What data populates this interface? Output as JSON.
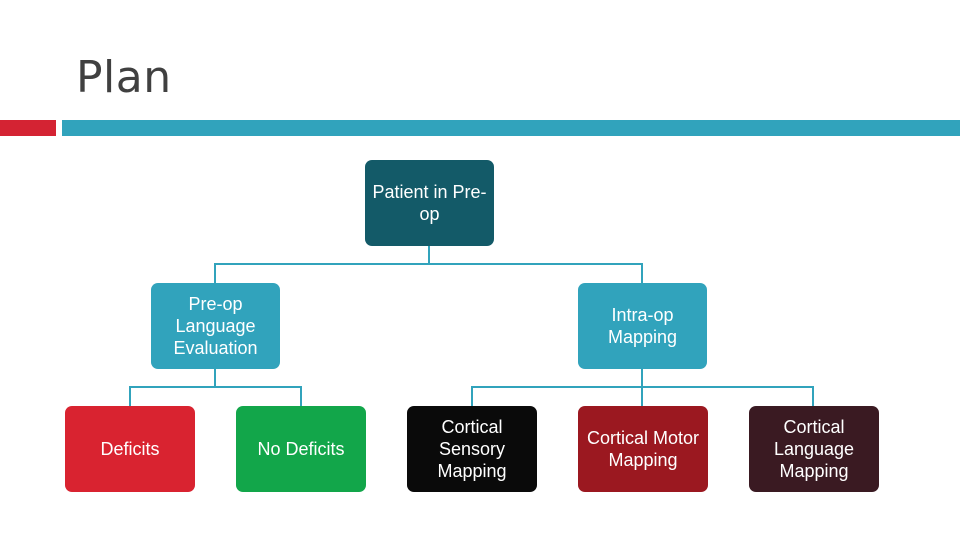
{
  "slide": {
    "title": "Plan"
  },
  "colors": {
    "accent_red": "#d42333",
    "accent_teal": "#31a3bc",
    "connector": "#31a3bc"
  },
  "diagram": {
    "root": {
      "label": "Patient in Pre-op",
      "color": "#135a68"
    },
    "level1": [
      {
        "label": "Pre-op Language Evaluation",
        "color": "#31a3bc"
      },
      {
        "label": "Intra-op Mapping",
        "color": "#31a3bc"
      }
    ],
    "level2": [
      {
        "label": "Deficits",
        "color": "#d92330"
      },
      {
        "label": "No Deficits",
        "color": "#12a64a"
      },
      {
        "label": "Cortical Sensory Mapping",
        "color": "#0a0a0a"
      },
      {
        "label": "Cortical Motor Mapping",
        "color": "#9b1820"
      },
      {
        "label": "Cortical Language Mapping",
        "color": "#3a1a22"
      }
    ]
  }
}
